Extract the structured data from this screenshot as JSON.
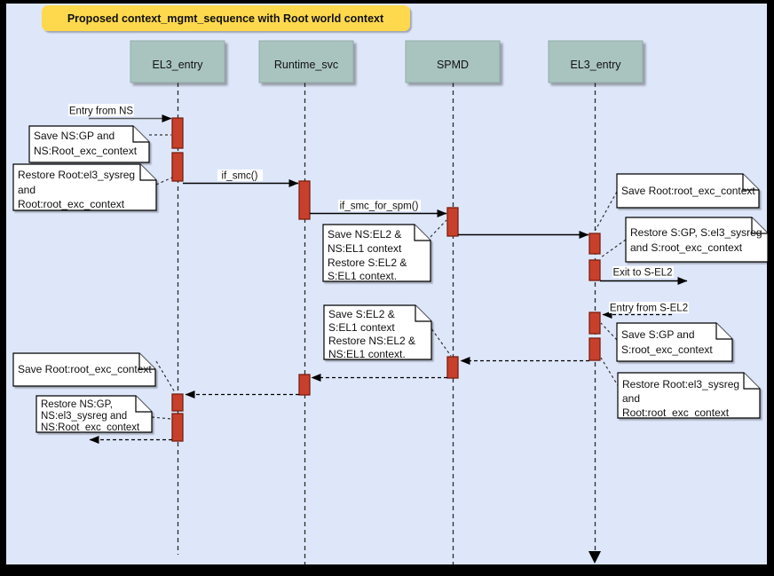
{
  "diagram": {
    "title": "Proposed context_mgmt_sequence with Root world context",
    "actors": [
      {
        "label": "EL3_entry"
      },
      {
        "label": "Runtime_svc"
      },
      {
        "label": "SPMD"
      },
      {
        "label": "EL3_entry"
      }
    ],
    "messages": [
      {
        "label": "Entry from NS",
        "from": "external-ns",
        "to": "EL3_entry",
        "style": "solid"
      },
      {
        "label": "if_smc()",
        "from": "EL3_entry",
        "to": "Runtime_svc",
        "style": "solid"
      },
      {
        "label": "if_smc_for_spm()",
        "from": "Runtime_svc",
        "to": "SPMD",
        "style": "solid"
      },
      {
        "label": "",
        "from": "SPMD",
        "to": "EL3_entry-2",
        "style": "solid"
      },
      {
        "label": "Exit to S-EL2",
        "from": "EL3_entry-2",
        "to": "external-sel2",
        "style": "solid"
      },
      {
        "label": "Entry from S-EL2",
        "from": "external-sel2",
        "to": "EL3_entry-2",
        "style": "dashed"
      },
      {
        "label": "",
        "from": "EL3_entry-2",
        "to": "SPMD",
        "style": "dashed"
      },
      {
        "label": "",
        "from": "SPMD",
        "to": "Runtime_svc",
        "style": "dashed"
      },
      {
        "label": "",
        "from": "Runtime_svc",
        "to": "EL3_entry",
        "style": "dashed"
      },
      {
        "label": "",
        "from": "EL3_entry",
        "to": "external-ns",
        "style": "dashed"
      }
    ],
    "notes": [
      {
        "lines": [
          "Save NS:GP and",
          "NS:Root_exc_context"
        ]
      },
      {
        "lines": [
          "Restore Root:el3_sysreg",
          "and",
          "Root:root_exc_context"
        ]
      },
      {
        "lines": [
          "Save NS:EL2 &",
          "NS:EL1 context",
          "Restore S:EL2 &",
          "S:EL1 context."
        ]
      },
      {
        "lines": [
          "Save Root:root_exc_context"
        ]
      },
      {
        "lines": [
          "Restore S:GP, S:el3_sysreg",
          "and S:root_exc_context"
        ]
      },
      {
        "lines": [
          "Save S:GP and",
          "S:root_exc_context"
        ]
      },
      {
        "lines": [
          "Restore Root:el3_sysreg",
          "and",
          "Root:root_exc_context"
        ]
      },
      {
        "lines": [
          "Save S:EL2 &",
          "S:EL1 context",
          "Restore NS:EL2 &",
          "NS:EL1 context."
        ]
      },
      {
        "lines": [
          "Save Root:root_exc_context"
        ]
      },
      {
        "lines": [
          "Restore NS:GP,",
          "NS:el3_sysreg and",
          "NS:Root_exc_context"
        ]
      }
    ],
    "colors": {
      "background": "#dee7fa",
      "frame": "#000000",
      "title_fill": "#ffd94d",
      "actor_fill": "#a9c4bf",
      "activation_fill": "#c8402c",
      "activation_stroke": "#7a1f10",
      "note_fill": "#ffffff",
      "line": "#000000"
    }
  }
}
